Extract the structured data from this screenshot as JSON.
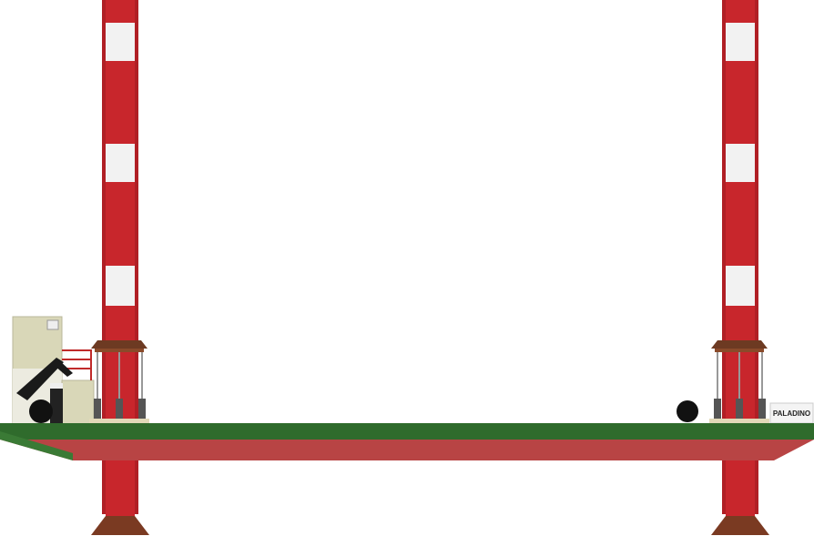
{
  "scene": {
    "vessel_name_plate": "PALADINO",
    "colors": {
      "leg_red": "#c8262c",
      "leg_white": "#f4f4f4",
      "deck_green": "#2f6b2c",
      "hull_red": "#b84444",
      "footing_brown": "#7a3a22",
      "cabin": "#d9d7b8",
      "crane_black": "#1a1a1a"
    },
    "leg_band_pattern": [
      "red",
      "white",
      "red",
      "white",
      "red",
      "white",
      "red"
    ]
  }
}
